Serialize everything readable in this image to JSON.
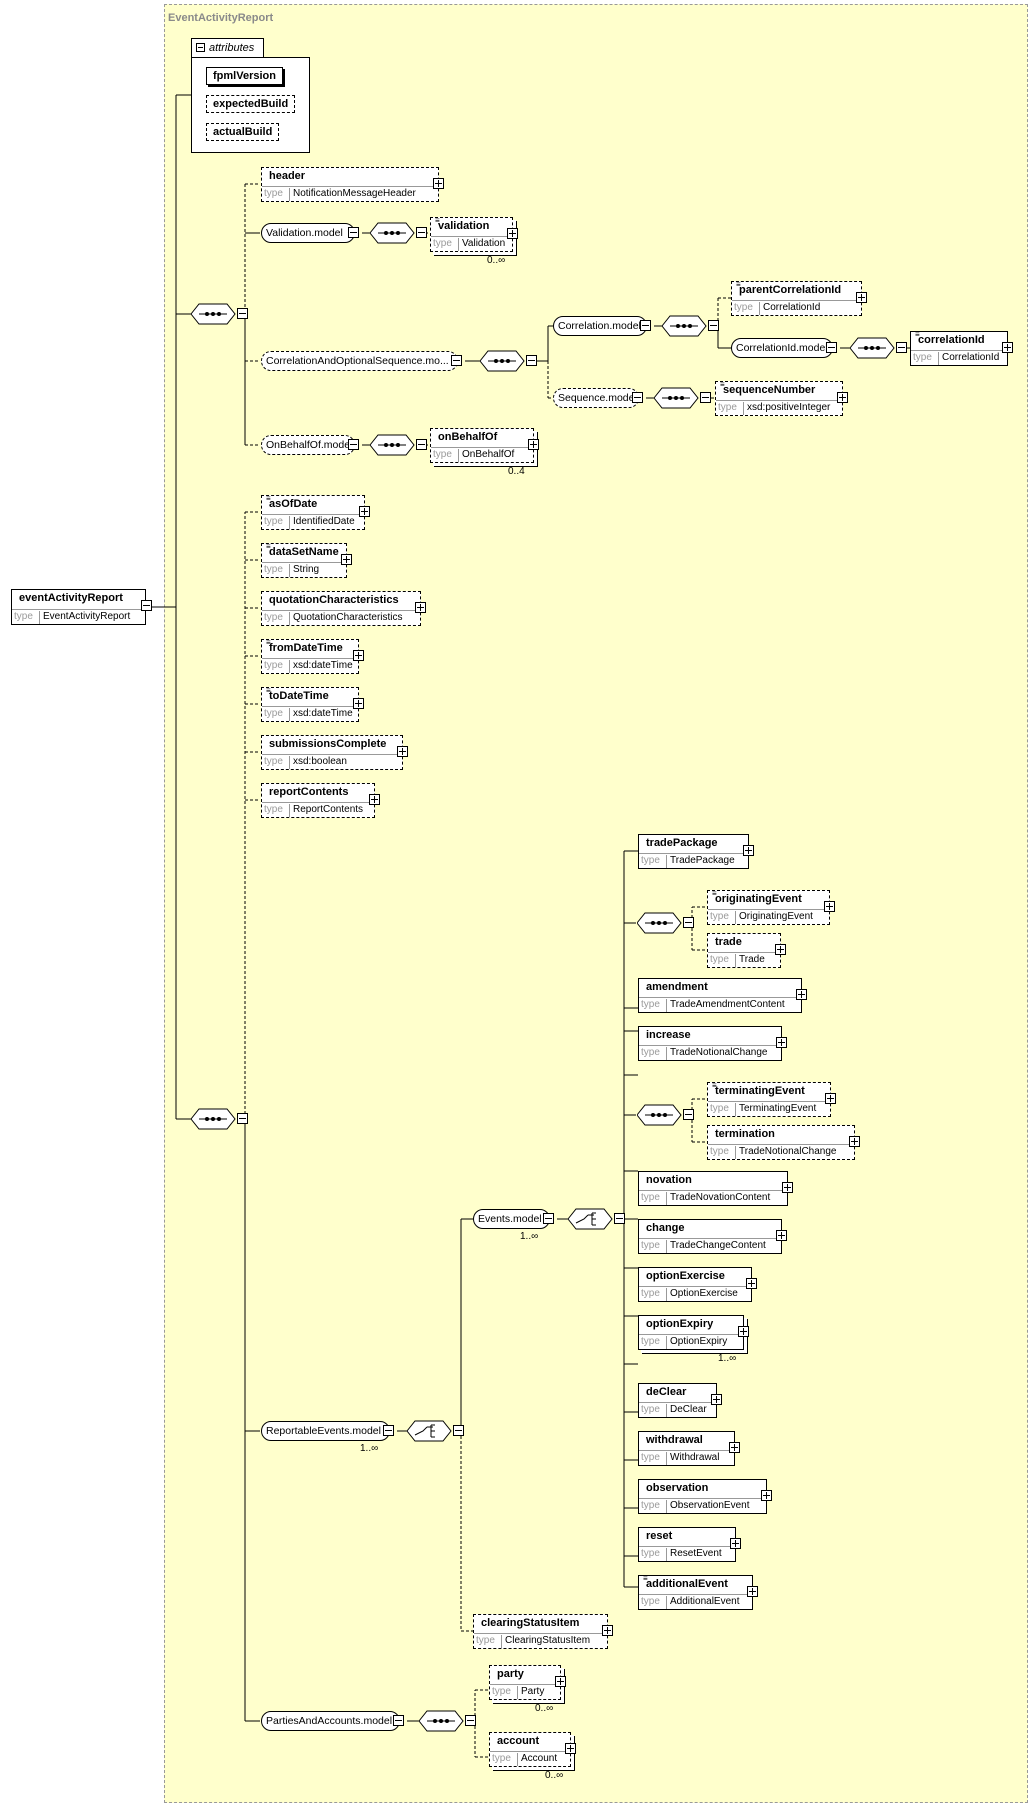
{
  "title": "EventActivityReport",
  "root": {
    "name": "eventActivityReport",
    "type_kw": "type",
    "type": "EventActivityReport"
  },
  "attributes": {
    "label": "attributes",
    "items": [
      {
        "name": "fpmlVersion",
        "optional": false
      },
      {
        "name": "expectedBuild",
        "optional": true
      },
      {
        "name": "actualBuild",
        "optional": true
      }
    ]
  },
  "groups": {
    "validation_model": "Validation.model",
    "correlation_seq_model": "CorrelationAndOptionalSequence.mo...",
    "correlation_model": "Correlation.model",
    "correlation_id_model": "CorrelationId.model",
    "sequence_model": "Sequence.model",
    "on_behalf_of_model": "OnBehalfOf.model",
    "reportable_events_model": "ReportableEvents.model",
    "events_model": "Events.model",
    "parties_accounts_model": "PartiesAndAccounts.model"
  },
  "elements": {
    "header": {
      "name": "header",
      "type": "NotificationMessageHeader"
    },
    "validation": {
      "name": "validation",
      "type": "Validation"
    },
    "parentCorrelationId": {
      "name": "parentCorrelationId",
      "type": "CorrelationId"
    },
    "correlationId": {
      "name": "correlationId",
      "type": "CorrelationId"
    },
    "sequenceNumber": {
      "name": "sequenceNumber",
      "type": "xsd:positiveInteger"
    },
    "onBehalfOf": {
      "name": "onBehalfOf",
      "type": "OnBehalfOf"
    },
    "asOfDate": {
      "name": "asOfDate",
      "type": "IdentifiedDate"
    },
    "dataSetName": {
      "name": "dataSetName",
      "type": "String"
    },
    "quotationCharacteristics": {
      "name": "quotationCharacteristics",
      "type": "QuotationCharacteristics"
    },
    "fromDateTime": {
      "name": "fromDateTime",
      "type": "xsd:dateTime"
    },
    "toDateTime": {
      "name": "toDateTime",
      "type": "xsd:dateTime"
    },
    "submissionsComplete": {
      "name": "submissionsComplete",
      "type": "xsd:boolean"
    },
    "reportContents": {
      "name": "reportContents",
      "type": "ReportContents"
    },
    "tradePackage": {
      "name": "tradePackage",
      "type": "TradePackage"
    },
    "originatingEvent": {
      "name": "originatingEvent",
      "type": "OriginatingEvent"
    },
    "trade": {
      "name": "trade",
      "type": "Trade"
    },
    "amendment": {
      "name": "amendment",
      "type": "TradeAmendmentContent"
    },
    "increase": {
      "name": "increase",
      "type": "TradeNotionalChange"
    },
    "terminatingEvent": {
      "name": "terminatingEvent",
      "type": "TerminatingEvent"
    },
    "termination": {
      "name": "termination",
      "type": "TradeNotionalChange"
    },
    "novation": {
      "name": "novation",
      "type": "TradeNovationContent"
    },
    "change": {
      "name": "change",
      "type": "TradeChangeContent"
    },
    "optionExercise": {
      "name": "optionExercise",
      "type": "OptionExercise"
    },
    "optionExpiry": {
      "name": "optionExpiry",
      "type": "OptionExpiry"
    },
    "deClear": {
      "name": "deClear",
      "type": "DeClear"
    },
    "withdrawal": {
      "name": "withdrawal",
      "type": "Withdrawal"
    },
    "observation": {
      "name": "observation",
      "type": "ObservationEvent"
    },
    "reset": {
      "name": "reset",
      "type": "ResetEvent"
    },
    "additionalEvent": {
      "name": "additionalEvent",
      "type": "AdditionalEvent"
    },
    "clearingStatusItem": {
      "name": "clearingStatusItem",
      "type": "ClearingStatusItem"
    },
    "party": {
      "name": "party",
      "type": "Party"
    },
    "account": {
      "name": "account",
      "type": "Account"
    }
  },
  "type_kw": "type",
  "cardinalities": {
    "validation": "0..∞",
    "onBehalfOf": "0..4",
    "events_model": "1..∞",
    "reportable_events_model": "1..∞",
    "optionExpiry": "1..∞",
    "party": "0..∞",
    "account": "0..∞"
  }
}
